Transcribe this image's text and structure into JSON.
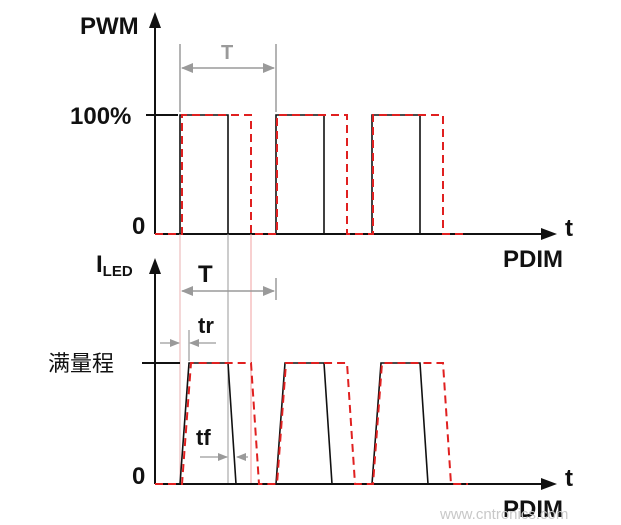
{
  "top": {
    "y_label": "PWM",
    "level_label": "100%",
    "zero_label": "0",
    "x_label": "t",
    "x_sub_label": "PDIM",
    "period_label": "T"
  },
  "bottom": {
    "y_label_main": "I",
    "y_label_sub": "LED",
    "level_label": "满量程",
    "zero_label": "0",
    "x_label": "t",
    "x_sub_label": "PDIM",
    "period_label": "T",
    "rise_label": "tr",
    "fall_label": "tf"
  },
  "watermark": "www.cntronics.com",
  "colors": {
    "axis": "#111111",
    "ideal": "#111111",
    "actual": "#e02020",
    "dimension": "#9a9a9a",
    "guide": "#f0a0a0"
  }
}
